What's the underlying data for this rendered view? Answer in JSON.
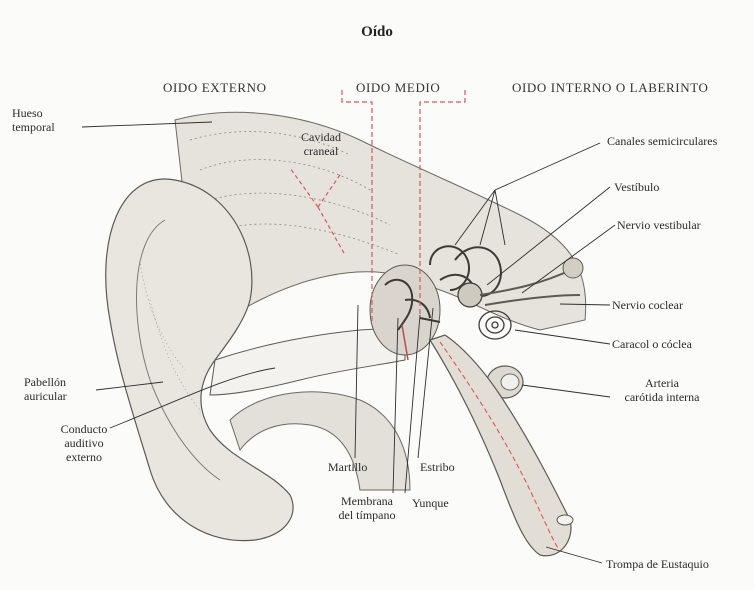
{
  "title": "Oído",
  "sections": {
    "external": "OIDO EXTERNO",
    "middle": "OIDO MEDIO",
    "inner": "OIDO INTERNO O LABERINTO"
  },
  "labels": {
    "hueso_temporal": [
      "Hueso",
      "temporal"
    ],
    "cavidad_craneal": [
      "Cavidad",
      "craneal"
    ],
    "canales": "Canales semicirculares",
    "vestibulo": "Vestíbulo",
    "nervio_vestibular": "Nervio vestibular",
    "nervio_coclear": "Nervio coclear",
    "caracol": "Caracol o cóclea",
    "arteria": [
      "Arteria",
      "carótida interna"
    ],
    "pabellon": [
      "Pabellón",
      "auricular"
    ],
    "conducto": [
      "Conducto",
      "auditivo",
      "externo"
    ],
    "martillo": "Martillo",
    "estribo": "Estribo",
    "membrana": [
      "Membrana",
      "del tímpano"
    ],
    "yunque": "Yunque",
    "trompa": "Trompa de Eustaquio"
  },
  "colors": {
    "ink": "#2b2b2b",
    "dashed_red": "#d65a5a",
    "bone": "#efede8",
    "tissue": "#d9d6cf"
  }
}
